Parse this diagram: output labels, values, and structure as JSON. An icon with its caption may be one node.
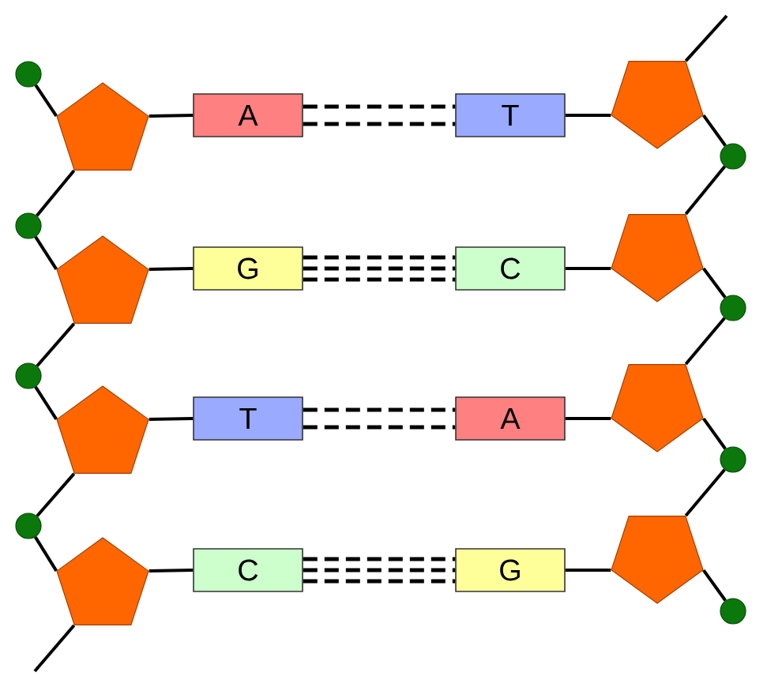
{
  "diagram": {
    "nodes": [
      {
        "text": [],
        "shape": "circle"
      },
      {
        "text": [],
        "shape": "pentagon"
      },
      {
        "text": [
          "A"
        ]
      },
      {
        "text": [
          "T"
        ]
      },
      {
        "text": [],
        "shape": "pentagon"
      },
      {
        "text": [],
        "shape": "circle"
      },
      {
        "text": [],
        "shape": "circle"
      },
      {
        "text": [],
        "shape": "pentagon"
      },
      {
        "text": [
          "G"
        ]
      },
      {
        "text": [
          "C"
        ]
      },
      {
        "text": [],
        "shape": "pentagon"
      },
      {
        "text": [],
        "shape": "circle"
      },
      {
        "text": [],
        "shape": "circle"
      },
      {
        "text": [],
        "shape": "pentagon"
      },
      {
        "text": [
          "T"
        ]
      },
      {
        "text": [
          "A"
        ]
      },
      {
        "text": [],
        "shape": "pentagon"
      },
      {
        "text": [],
        "shape": "circle"
      },
      {
        "text": [],
        "shape": "circle"
      },
      {
        "text": [],
        "shape": "pentagon"
      },
      {
        "text": [
          "C"
        ]
      },
      {
        "text": [
          "G"
        ]
      },
      {
        "text": [],
        "shape": "pentagon"
      },
      {
        "text": [],
        "shape": "circle"
      }
    ],
    "edges": [
      {
        "from": 0,
        "to": 1,
        "arrow": "none"
      },
      {
        "from": 1,
        "to": 2,
        "arrow": "none"
      },
      {
        "from": 2,
        "to": 3,
        "arrow": "none",
        "style": "dashed"
      },
      {
        "from": 2,
        "to": 3,
        "arrow": "none",
        "style": "dashed"
      },
      {
        "from": 3,
        "to": 4,
        "arrow": "none"
      },
      {
        "from": 4,
        "to": 5,
        "arrow": "none"
      },
      {
        "from": 1,
        "to": 6,
        "arrow": "none"
      },
      {
        "from": 5,
        "to": 10,
        "arrow": "none"
      },
      {
        "from": null,
        "to": 4,
        "arrow": "none"
      },
      {
        "from": 6,
        "to": 7,
        "arrow": "none"
      },
      {
        "from": 7,
        "to": 8,
        "arrow": "none"
      },
      {
        "from": 8,
        "to": 9,
        "arrow": "none",
        "style": "dashed"
      },
      {
        "from": 8,
        "to": 9,
        "arrow": "none",
        "style": "dashed"
      },
      {
        "from": 8,
        "to": 9,
        "arrow": "none",
        "style": "dashed"
      },
      {
        "from": 9,
        "to": 10,
        "arrow": "none"
      },
      {
        "from": 10,
        "to": 11,
        "arrow": "none"
      },
      {
        "from": 7,
        "to": 12,
        "arrow": "none"
      },
      {
        "from": 11,
        "to": 16,
        "arrow": "none"
      },
      {
        "from": 12,
        "to": 13,
        "arrow": "none"
      },
      {
        "from": 13,
        "to": 14,
        "arrow": "none"
      },
      {
        "from": 14,
        "to": 15,
        "arrow": "none",
        "style": "dashed"
      },
      {
        "from": 14,
        "to": 15,
        "arrow": "none",
        "style": "dashed"
      },
      {
        "from": 15,
        "to": 16,
        "arrow": "none"
      },
      {
        "from": 16,
        "to": 17,
        "arrow": "none"
      },
      {
        "from": 13,
        "to": 18,
        "arrow": "none"
      },
      {
        "from": 17,
        "to": 22,
        "arrow": "none"
      },
      {
        "from": 18,
        "to": 19,
        "arrow": "none"
      },
      {
        "from": 19,
        "to": 20,
        "arrow": "none"
      },
      {
        "from": 20,
        "to": 21,
        "arrow": "none",
        "style": "dashed"
      },
      {
        "from": 20,
        "to": 21,
        "arrow": "none",
        "style": "dashed"
      },
      {
        "from": 20,
        "to": 21,
        "arrow": "none",
        "style": "dashed"
      },
      {
        "from": 21,
        "to": 22,
        "arrow": "none"
      },
      {
        "from": 22,
        "to": 23,
        "arrow": "none"
      },
      {
        "from": 19,
        "to": null,
        "arrow": "none"
      }
    ]
  }
}
